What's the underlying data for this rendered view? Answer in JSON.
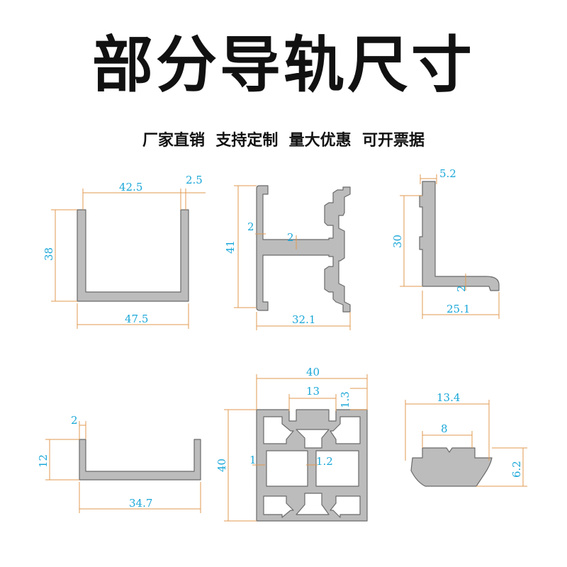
{
  "title": "部分导轨尺寸",
  "subtitle": "厂家直销  支持定制  量大优惠  可开票据",
  "colors": {
    "profile_fill": "#bcbcbc",
    "profile_stroke": "#6a6a6a",
    "dim_line": "#e09a50",
    "dim_text": "#1aa7d8"
  },
  "profiles": [
    {
      "name": "u-channel",
      "dims": [
        "42.5",
        "2.5",
        "38",
        "47.5"
      ]
    },
    {
      "name": "h-rail",
      "dims": [
        "41",
        "2",
        "2",
        "32.1"
      ]
    },
    {
      "name": "l-rail",
      "dims": [
        "5.2",
        "30",
        "2",
        "25.1"
      ]
    },
    {
      "name": "shallow-channel",
      "dims": [
        "2",
        "12",
        "34.7"
      ]
    },
    {
      "name": "square-profile",
      "dims": [
        "40",
        "13",
        "1.3",
        "40",
        "1",
        "1.2"
      ]
    },
    {
      "name": "slider",
      "dims": [
        "13.4",
        "8",
        "6.2"
      ]
    }
  ]
}
